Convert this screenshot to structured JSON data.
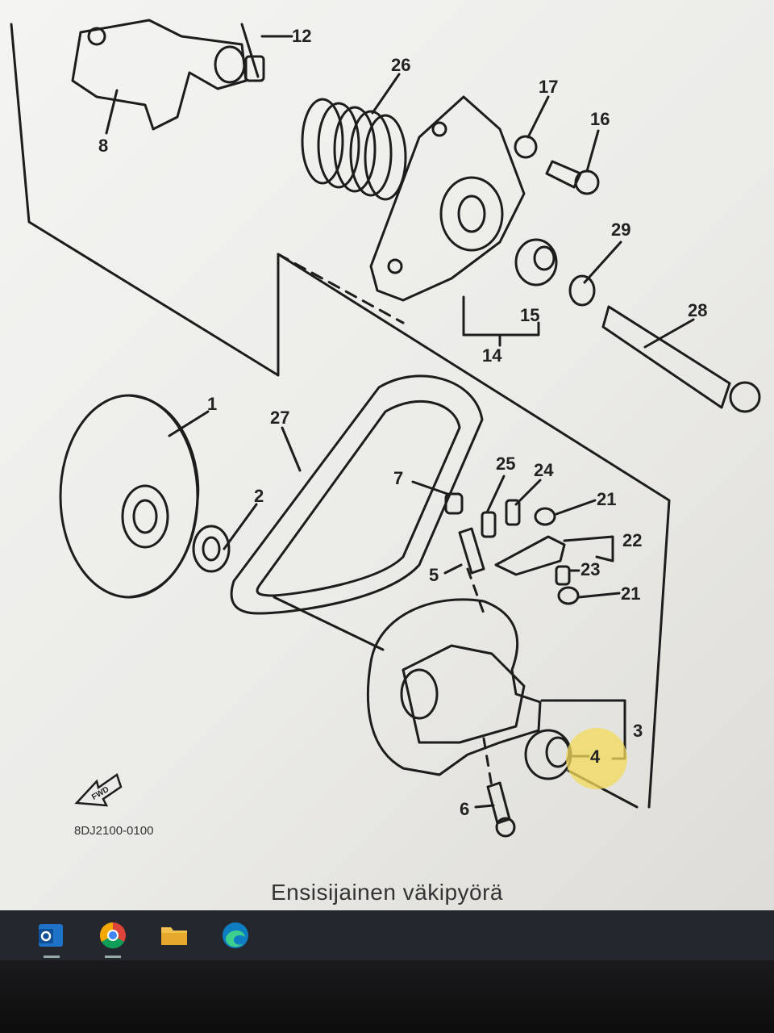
{
  "diagram": {
    "part_labels": [
      "12",
      "8",
      "26",
      "17",
      "16",
      "29",
      "28",
      "15",
      "14",
      "1",
      "27",
      "2",
      "7",
      "25",
      "24",
      "21",
      "22",
      "23",
      "5",
      "21",
      "3",
      "4",
      "6"
    ],
    "code": "8DJ2100-0100",
    "fwd_marker": "FWD",
    "highlight_color": "#f3d95a"
  },
  "caption": "Ensisijainen väkipyörä",
  "taskbar": {
    "apps": [
      {
        "name": "outlook-icon"
      },
      {
        "name": "chrome-icon"
      },
      {
        "name": "file-explorer-icon"
      },
      {
        "name": "edge-icon"
      }
    ]
  }
}
